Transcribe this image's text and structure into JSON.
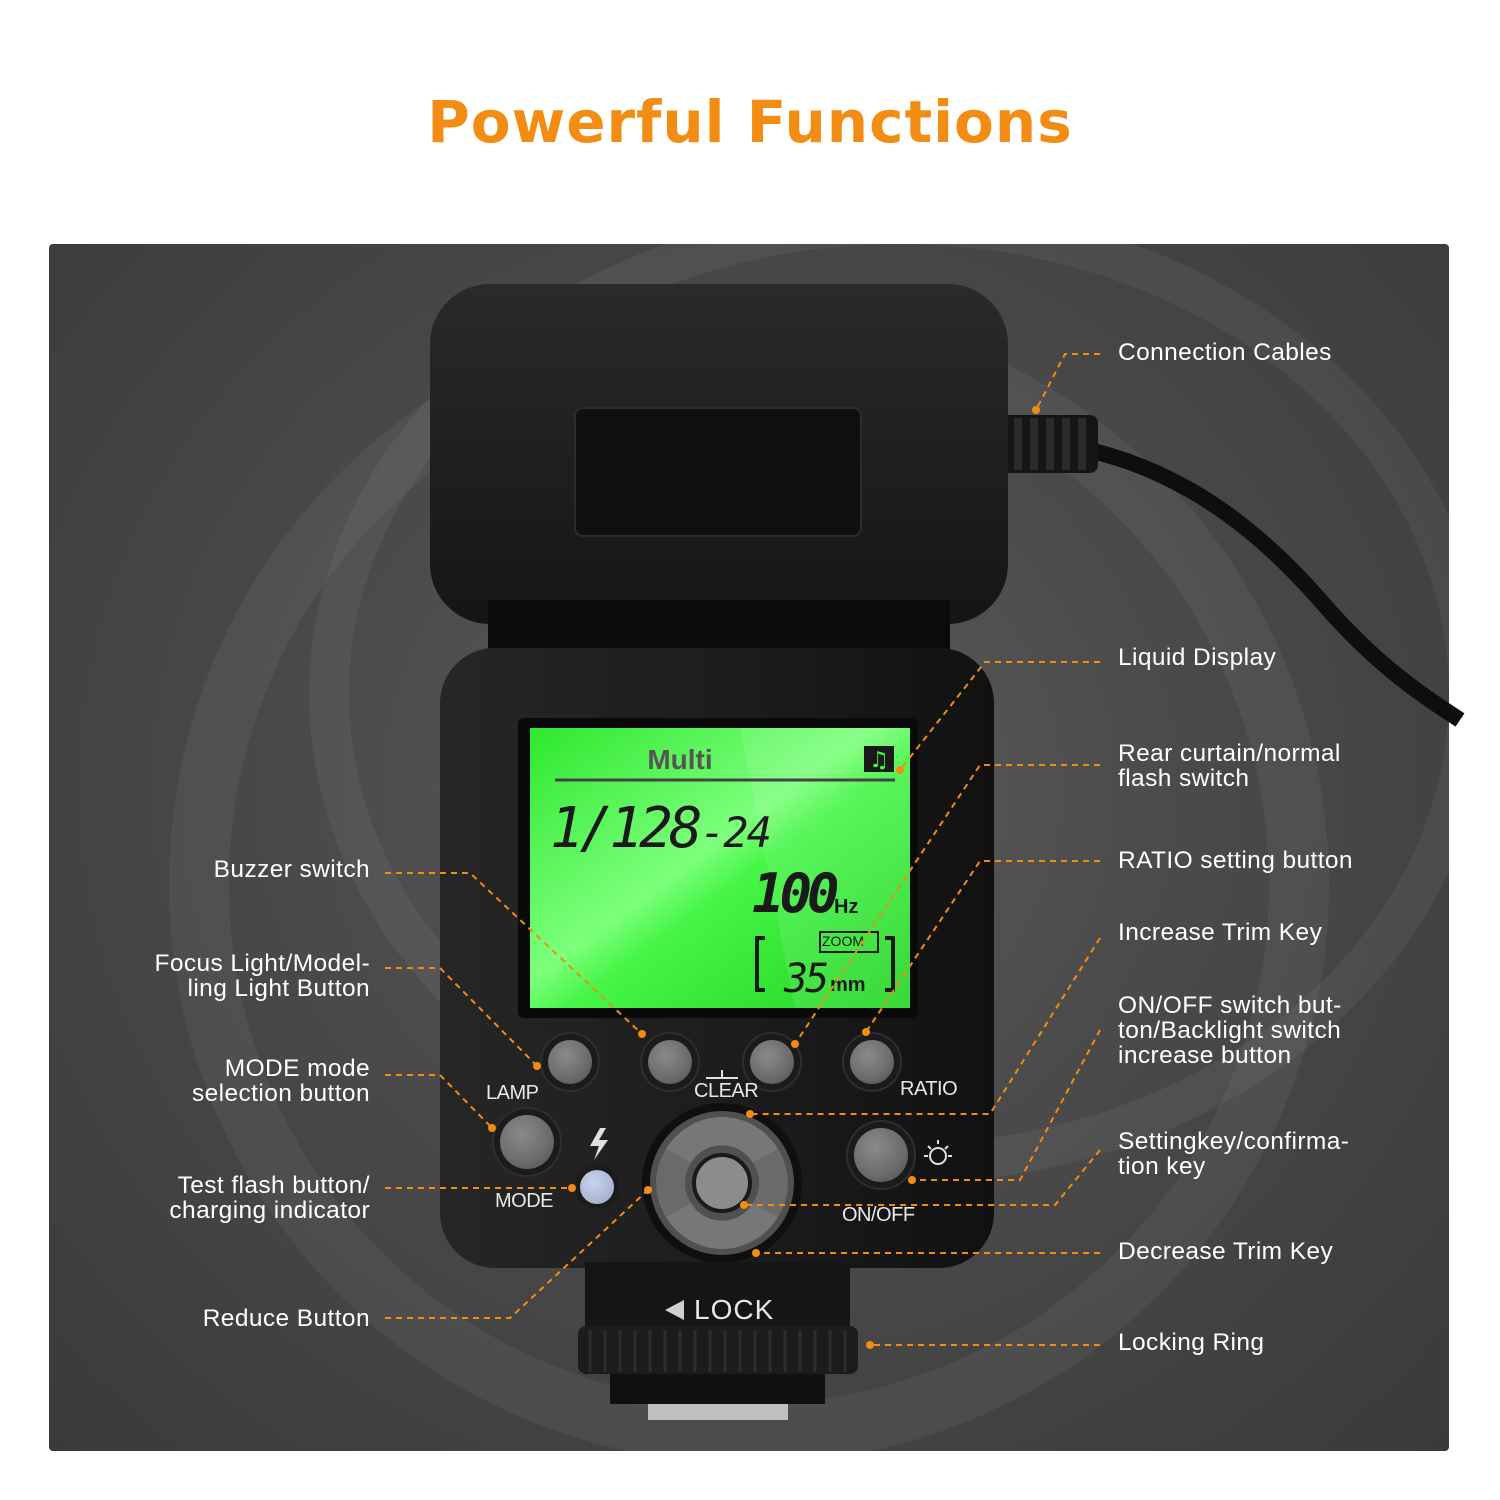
{
  "title": "Powerful Functions",
  "colors": {
    "accent": "#f28c12",
    "panel": "#454545",
    "lcd": "#3cff3c",
    "leader": "#f28c12"
  },
  "left_labels": [
    "Buzzer switch",
    "Focus Light/Model-\nling Light Button",
    "MODE mode\nselection button",
    "Test flash button/\ncharging indicator",
    "Reduce Button"
  ],
  "right_labels": [
    "Connection Cables",
    "Liquid Display",
    "Rear curtain/normal\nflash switch",
    "RATIO setting button",
    "Increase Trim Key",
    "ON/OFF switch but-\nton/Backlight switch\nincrease button",
    "Settingkey/confirma-\ntion key",
    "Decrease Trim Key",
    "Locking Ring"
  ],
  "device": {
    "lcd": {
      "mode": "Multi",
      "power": "1/128",
      "count": "-24",
      "freq": "100",
      "freq_unit": "Hz",
      "zoom_label": "ZOOM",
      "zoom": "35",
      "zoom_unit": "mm"
    },
    "buttons": {
      "lamp": "LAMP",
      "clear": "CLEAR",
      "ratio": "RATIO",
      "mode": "MODE",
      "onoff": "ON/OFF",
      "lock": "LOCK"
    },
    "icons": [
      "buzzer-icon",
      "flash-icon",
      "backlight-icon",
      "lock-arrow-icon"
    ]
  }
}
